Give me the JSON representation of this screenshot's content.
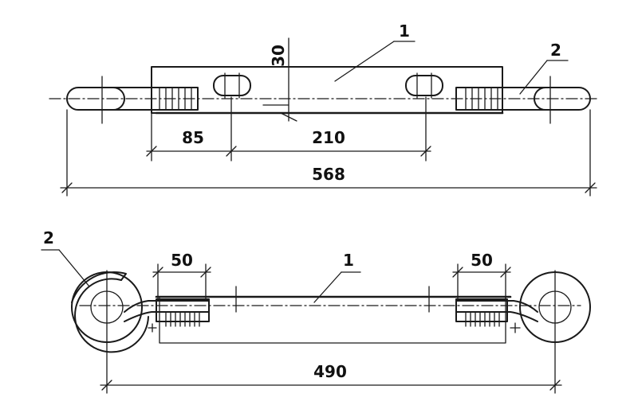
{
  "top_view": {
    "dimensions": {
      "d30": "30",
      "d85": "85",
      "d210": "210",
      "d568": "568"
    },
    "callouts": {
      "part1": "1",
      "part2": "2"
    }
  },
  "bottom_view": {
    "dimensions": {
      "d50_left": "50",
      "d50_right": "50",
      "d490": "490"
    },
    "callouts": {
      "part1": "1",
      "part2": "2"
    }
  }
}
